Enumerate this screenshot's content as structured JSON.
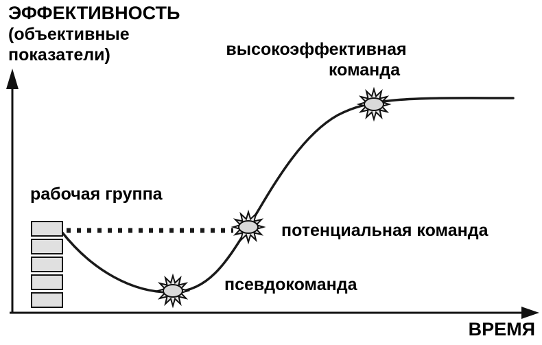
{
  "y_axis_title": {
    "line1": "ЭФФЕКТИВНОСТЬ",
    "line2": "(объективные",
    "line3": "показатели)"
  },
  "x_axis": {
    "label": "ВРЕМЯ"
  },
  "labels": {
    "working_group": "рабочая группа",
    "pseudo_team": "псевдокоманда",
    "potential_team": "потенциальная команда",
    "high_team_line1": "высокоэффективная",
    "high_team_line2": "команда"
  },
  "markers": {
    "star_points": 12,
    "star_style": "sunburst with gray elliptical core",
    "working_group_marker": "stack of 5 gray blocks"
  },
  "colors": {
    "background": "#ffffff",
    "line": "#1a1a1a",
    "star_fill": "#e6e6e6",
    "block_fill": "#e0e0e0",
    "text": "#000000"
  }
}
